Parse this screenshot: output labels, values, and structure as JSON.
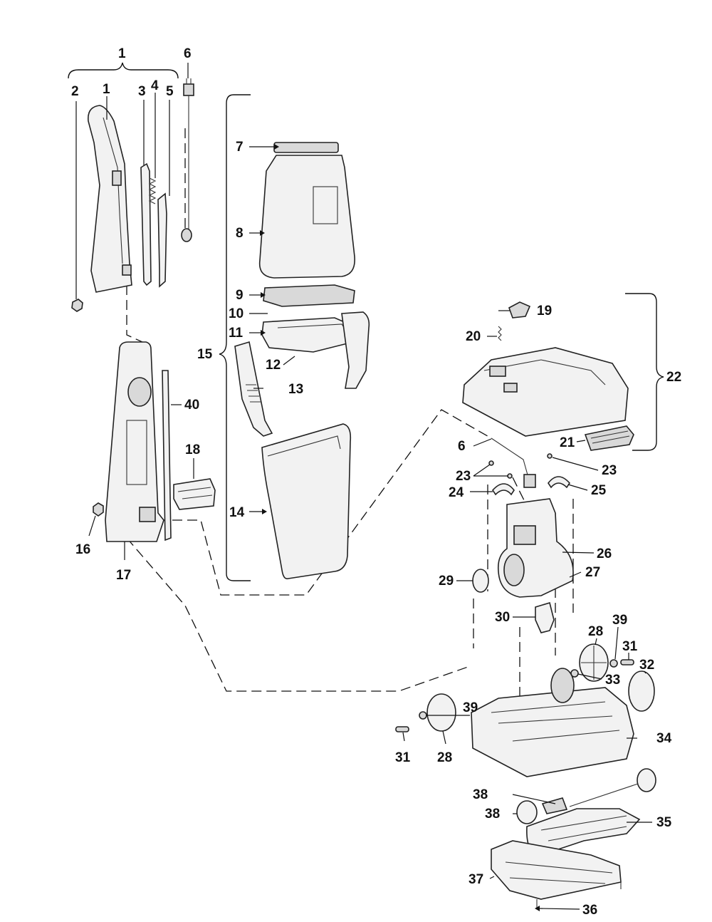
{
  "labels": {
    "handle_group": "1",
    "handle": "1",
    "nut": "2",
    "rod_a": "3",
    "spring": "4",
    "rod_b": "5",
    "cord_top": "6",
    "cord_lower": "6",
    "bag_collar": "7",
    "bag": "8",
    "frame_top": "9",
    "spring_small": "10",
    "tray": "11",
    "screw_12": "12",
    "door_left": "13",
    "bin": "14",
    "bag_group": "15",
    "knob": "16",
    "body": "17",
    "tool_caddy": "18",
    "switch_cap": "19",
    "screw_20": "20",
    "filter_grille": "21",
    "hood_group": "22",
    "screw_23_left": "23",
    "screw_23_right": "23",
    "clip_left": "24",
    "clip_right": "25",
    "screw_26": "26",
    "motor": "27",
    "wheel_right": "28",
    "wheel_left": "28",
    "seal_ring": "29",
    "pedal": "30",
    "axle_right": "31",
    "axle_left": "31",
    "tire": "32",
    "washer_33": "33",
    "base": "34",
    "agitator": "35",
    "screw_36": "36",
    "bottom_plate": "37",
    "end_cap_upper": "38",
    "end_cap_lower": "38",
    "washer_39_right": "39",
    "washer_39_left": "39",
    "trim_strip": "40"
  }
}
